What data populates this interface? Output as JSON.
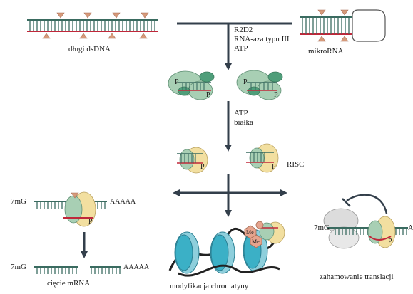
{
  "labels": {
    "long_dsrna": "długi dsDNA",
    "microrna": "mikroRNA",
    "dicer_factors": [
      "R2D2",
      "RNA-aza typu III",
      "ATP"
    ],
    "risc_factors": [
      "ATP",
      "białka"
    ],
    "risc": "RISC",
    "phosphate": "P",
    "cap_7mg": "7mG",
    "poly_a": "AAAAA",
    "poly_a_short": "A",
    "methyl": "Me",
    "mrna_cleavage": "cięcie mRNA",
    "chromatin_modification": "modyfikacja chromatyny",
    "translation_inhibition": "zahamowanie translacji"
  },
  "colors": {
    "rna_strand": "#c0283a",
    "dna_strand": "#3a6b60",
    "cut_marker": "#d79a7a",
    "protein_green": "#a8cfb4",
    "protein_yellow": "#f2dfa0",
    "nucleosome": "#3bb0c6",
    "arrow": "#333f4b",
    "ribosome": "#dcdcdc",
    "methyl": "#e6a48e"
  }
}
